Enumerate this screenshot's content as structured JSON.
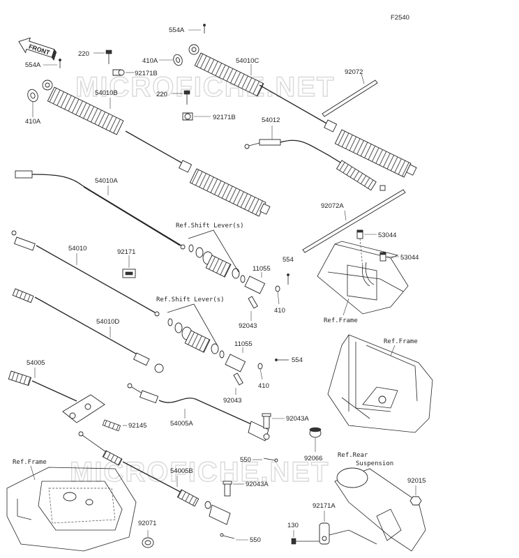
{
  "diagram_code": "F2540",
  "watermark": "MICROFICHE.NET",
  "front_label": "FRONT",
  "labels": {
    "p554A_top": "554A",
    "p554A_left": "554A",
    "p220_a": "220",
    "p220_b": "220",
    "p410A_a": "410A",
    "p410A_b": "410A",
    "p92171B_a": "92171B",
    "p92171B_b": "92171B",
    "p54010C": "54010C",
    "p54010B": "54010B",
    "p92072": "92072",
    "p54012": "54012",
    "p54010A": "54010A",
    "p92072A": "92072A",
    "p53044_a": "53044",
    "p53044_b": "53044",
    "p54010": "54010",
    "p92171": "92171",
    "p11055_a": "11055",
    "p11055_b": "11055",
    "p554_a": "554",
    "p554_b": "554",
    "p410_a": "410",
    "p410_b": "410",
    "p92043_a": "92043",
    "p92043_b": "92043",
    "p54010D": "54010D",
    "p54005": "54005",
    "p54005A": "54005A",
    "p92145": "92145",
    "p92043A_a": "92043A",
    "p92043A_b": "92043A",
    "p550_a": "550",
    "p550_b": "550",
    "p92066": "92066",
    "p54005B": "54005B",
    "p92071": "92071",
    "p92015": "92015",
    "p92171A": "92171A",
    "p130": "130"
  },
  "refs": {
    "shift_lever_1": "Ref.Shift Lever(s)",
    "shift_lever_2": "Ref.Shift Lever(s)",
    "frame_1": "Ref.Frame",
    "frame_2": "Ref.Frame",
    "frame_3": "Ref.Frame",
    "rear_susp_1": "Ref.Rear",
    "rear_susp_2": "Suspension"
  }
}
